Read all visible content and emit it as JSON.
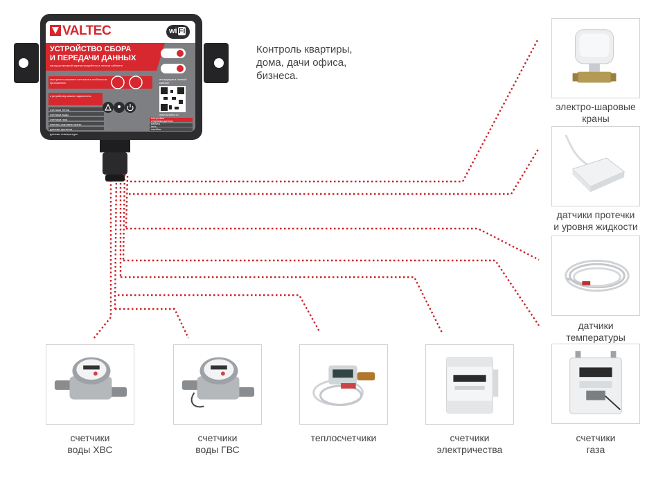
{
  "header": {
    "tagline_lines": [
      "Контроль квартиры,",
      "дома, дачи офиса,",
      "бизнеса."
    ]
  },
  "hub": {
    "brand": "VALTEC",
    "wifi": "wi",
    "wifi2": "Fi",
    "title_line1": "УСТРОЙСТВО СБОРА",
    "title_line2": "И ПЕРЕДАЧИ ДАННЫХ",
    "subtitle": "перед установкой зарегистрируйтесь в личном кабинете",
    "app_note": "смотрите показания счетчиков в мобильном приложении",
    "connect_note": "к устройству можно подключить:",
    "list": [
      "счетчики тепла",
      "счетчики воды",
      "счетчики газа",
      "электро-шаровые краны",
      "датчики протечки",
      "датчики температуры"
    ],
    "qr_note": "инструкция и личный кабинет",
    "site": "www.secwec.ru",
    "status": [
      "настройка",
      "отправка данных",
      "работа",
      "сеть",
      "ошибка"
    ]
  },
  "devices": {
    "right": [
      {
        "name": "electro-ball-valve",
        "label": [
          "электро-шаровые",
          "краны"
        ]
      },
      {
        "name": "leak-sensor",
        "label": [
          "датчики протечки",
          "и уровня жидкости"
        ]
      },
      {
        "name": "temperature-sensor",
        "label": [
          "датчики",
          "температуры"
        ]
      },
      {
        "name": "gas-meter",
        "label": [
          "счетчики",
          "газа"
        ]
      }
    ],
    "bottom": [
      {
        "name": "cold-water-meter",
        "label": [
          "счетчики",
          "воды ХВС"
        ]
      },
      {
        "name": "hot-water-meter",
        "label": [
          "счетчики",
          "воды ГВС"
        ]
      },
      {
        "name": "heat-meter",
        "label": [
          "теплосчетчики"
        ]
      },
      {
        "name": "electricity-meter",
        "label": [
          "счетчики",
          "электричества"
        ]
      }
    ]
  },
  "colors": {
    "brand_red": "#d7282f",
    "device_dark": "#2d2d2f",
    "wire": "#cc2229"
  }
}
